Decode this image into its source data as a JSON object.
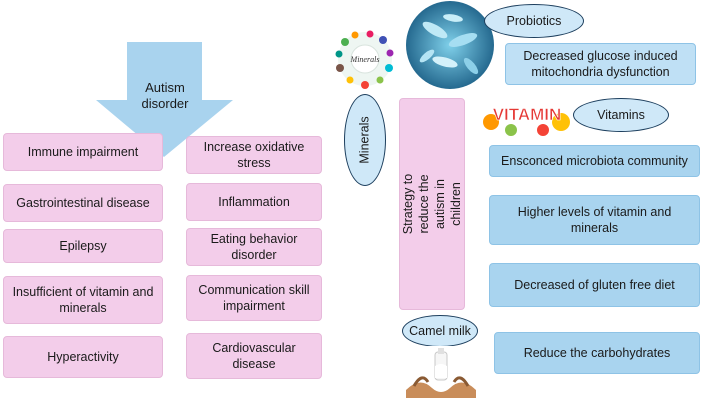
{
  "autism": {
    "label": "Autism disorder",
    "symptoms_left": [
      "Immune impairment",
      "Gastrointestinal disease",
      "Epilepsy",
      "Insufficient of vitamin and minerals",
      "Hyperactivity"
    ],
    "symptoms_right": [
      "Increase oxidative stress",
      "Inflammation",
      "Eating behavior disorder",
      "Communication skill impairment",
      "Cardiovascular disease"
    ]
  },
  "strategy": {
    "center_label": "Strategy to reduce the autism in children",
    "minerals_label": "Minerals",
    "probiotics_label": "Probiotics",
    "vitamins_label": "Vitamins",
    "camel_milk_label": "Camel milk",
    "vitamins_image_text": "VITAMIN",
    "minerals_image_text": "Minerals",
    "outcomes": [
      "Decreased glucose induced mitochondria dysfunction",
      "Ensconced microbiota community",
      "Higher levels of vitamin and minerals",
      "Decreased of gluten free diet",
      "Reduce the carbohydrates"
    ]
  },
  "colors": {
    "pink_box": "#f3cdea",
    "blue_box": "#a9d4ef",
    "arrow": "#a9d3ee",
    "ellipse_fill": "#cfe8f8",
    "ellipse_border": "#1d3f5e"
  }
}
